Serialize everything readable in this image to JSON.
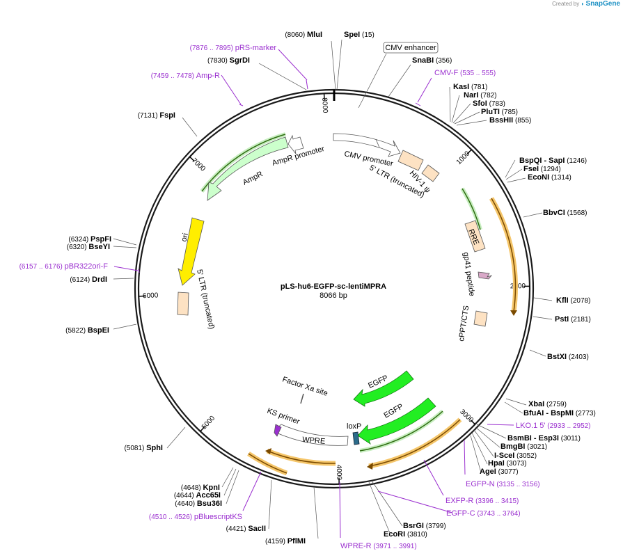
{
  "brand": {
    "created_by": "Created by",
    "name": "SnapGene"
  },
  "plasmid": {
    "name": "pLS-hu6-EGFP-sc-lentiMPRA",
    "length_text": "8066 bp",
    "length": 8066
  },
  "ticks": [
    {
      "pos": 1000,
      "label": "1000"
    },
    {
      "pos": 2000,
      "label": "2000"
    },
    {
      "pos": 3000,
      "label": "3000"
    },
    {
      "pos": 4000,
      "label": "4000"
    },
    {
      "pos": 5000,
      "label": "5000"
    },
    {
      "pos": 6000,
      "label": "6000"
    },
    {
      "pos": 7000,
      "label": "7000"
    },
    {
      "pos": 8000,
      "label": "8000"
    }
  ],
  "boxed_label": {
    "name": "CMV enhancer"
  },
  "sites": [
    {
      "name": "MluI",
      "pos_text": "(8060)",
      "side": "left"
    },
    {
      "name": "SpeI",
      "pos_text": "(15)",
      "side": "right"
    },
    {
      "name": "SgrDI",
      "pos_text": "(7830)",
      "side": "left"
    },
    {
      "name": "SnaBI",
      "pos_text": "(356)",
      "side": "right"
    },
    {
      "name": "KasI",
      "pos_text": "(781)",
      "side": "right"
    },
    {
      "name": "NarI",
      "pos_text": "(782)",
      "side": "right"
    },
    {
      "name": "SfoI",
      "pos_text": "(783)",
      "side": "right"
    },
    {
      "name": "PluTI",
      "pos_text": "(785)",
      "side": "right"
    },
    {
      "name": "BssHII",
      "pos_text": "(855)",
      "side": "right"
    },
    {
      "name": "BspQI",
      "extra": "- SapI",
      "pos_text": "(1246)",
      "side": "right"
    },
    {
      "name": "FseI",
      "pos_text": "(1294)",
      "side": "right"
    },
    {
      "name": "EcoNI",
      "pos_text": "(1314)",
      "side": "right"
    },
    {
      "name": "BbvCI",
      "pos_text": "(1568)",
      "side": "right"
    },
    {
      "name": "KflI",
      "pos_text": "(2078)",
      "side": "right"
    },
    {
      "name": "PstI",
      "pos_text": "(2181)",
      "side": "right"
    },
    {
      "name": "BstXI",
      "pos_text": "(2403)",
      "side": "right"
    },
    {
      "name": "XbaI",
      "pos_text": "(2759)",
      "side": "right"
    },
    {
      "name": "BfuAI",
      "extra": "- BspMI",
      "pos_text": "(2773)",
      "side": "right"
    },
    {
      "name": "BsmBI",
      "extra": "- Esp3I",
      "pos_text": "(3011)",
      "side": "right"
    },
    {
      "name": "BmgBI",
      "pos_text": "(3021)",
      "side": "right"
    },
    {
      "name": "I-SceI",
      "pos_text": "(3052)",
      "side": "right"
    },
    {
      "name": "HpaI",
      "pos_text": "(3073)",
      "side": "right"
    },
    {
      "name": "AgeI",
      "pos_text": "(3077)",
      "side": "right"
    },
    {
      "name": "BsrGI",
      "pos_text": "(3799)",
      "side": "right"
    },
    {
      "name": "EcoRI",
      "pos_text": "(3810)",
      "side": "right"
    },
    {
      "name": "PflMI",
      "pos_text": "(4159)",
      "side": "left"
    },
    {
      "name": "SacII",
      "pos_text": "(4421)",
      "side": "left"
    },
    {
      "name": "Bsu36I",
      "pos_text": "(4640)",
      "side": "left"
    },
    {
      "name": "Acc65I",
      "pos_text": "(4644)",
      "side": "left"
    },
    {
      "name": "KpnI",
      "pos_text": "(4648)",
      "side": "left"
    },
    {
      "name": "SphI",
      "pos_text": "(5081)",
      "side": "left"
    },
    {
      "name": "BspEI",
      "pos_text": "(5822)",
      "side": "left"
    },
    {
      "name": "DrdI",
      "pos_text": "(6124)",
      "side": "left"
    },
    {
      "name": "BseYI",
      "pos_text": "(6320)",
      "side": "left"
    },
    {
      "name": "PspFI",
      "pos_text": "(6324)",
      "side": "left"
    },
    {
      "name": "FspI",
      "pos_text": "(7131)",
      "side": "left"
    }
  ],
  "primers": [
    {
      "name": "pRS-marker",
      "range_text": "(7876 .. 7895)",
      "side": "left",
      "start": 7876,
      "end": 7895
    },
    {
      "name": "Amp-R",
      "range_text": "(7459 .. 7478)",
      "side": "left",
      "start": 7459,
      "end": 7478
    },
    {
      "name": "CMV-F",
      "range_text": "(535 .. 555)",
      "side": "right",
      "start": 535,
      "end": 555
    },
    {
      "name": "pBR322ori-F",
      "range_text": "(6157 .. 6176)",
      "side": "left",
      "start": 6157,
      "end": 6176
    },
    {
      "name": "LKO.1 5'",
      "range_text": "(2933 .. 2952)",
      "side": "right",
      "start": 2933,
      "end": 2952
    },
    {
      "name": "EGFP-N",
      "range_text": "(3135 .. 3156)",
      "side": "right",
      "start": 3135,
      "end": 3156
    },
    {
      "name": "EXFP-R",
      "range_text": "(3396 .. 3415)",
      "side": "right",
      "start": 3396,
      "end": 3415
    },
    {
      "name": "EGFP-C",
      "range_text": "(3743 .. 3764)",
      "side": "right",
      "start": 3743,
      "end": 3764
    },
    {
      "name": "WPRE-R",
      "range_text": "(3971 .. 3991)",
      "side": "right",
      "start": 3971,
      "end": 3991
    },
    {
      "name": "pBluescriptKS",
      "range_text": "(4510 .. 4526)",
      "side": "left",
      "start": 4510,
      "end": 4526
    }
  ],
  "features": [
    {
      "label": "CMV promoter",
      "color": "#ffffff"
    },
    {
      "label": "5' LTR (truncated)",
      "color": "#fde2c3"
    },
    {
      "label": "HIV-1 ψ",
      "color": "#fde2c3"
    },
    {
      "label": "RRE",
      "color": "#fde2c3"
    },
    {
      "label": "gp41 peptide",
      "color": "#d9a8c8"
    },
    {
      "label": "cPPT/CTS",
      "color": "#fde2c3"
    },
    {
      "label": "EGFP",
      "color": "#22ee22"
    },
    {
      "label": "EGFP",
      "color": "#22ee22"
    },
    {
      "label": "loxP",
      "color": "#2c6b8a"
    },
    {
      "label": "WPRE",
      "color": "#ffffff"
    },
    {
      "label": "KS primer",
      "color": "#ffffff"
    },
    {
      "label": "Factor Xa site",
      "color": "#ffffff"
    },
    {
      "label": "5' LTR (truncated)",
      "color": "#fde2c3"
    },
    {
      "label": "ori",
      "color": "#ffee00"
    },
    {
      "label": "AmpR",
      "color": "#ccffcc"
    },
    {
      "label": "AmpR promoter",
      "color": "#ffffff"
    }
  ],
  "colors": {
    "backbone": "#1a1a1a",
    "primer": "#9a2fcf",
    "orf_orange": "#f5c66a",
    "orf_green": "#c7eec0"
  }
}
